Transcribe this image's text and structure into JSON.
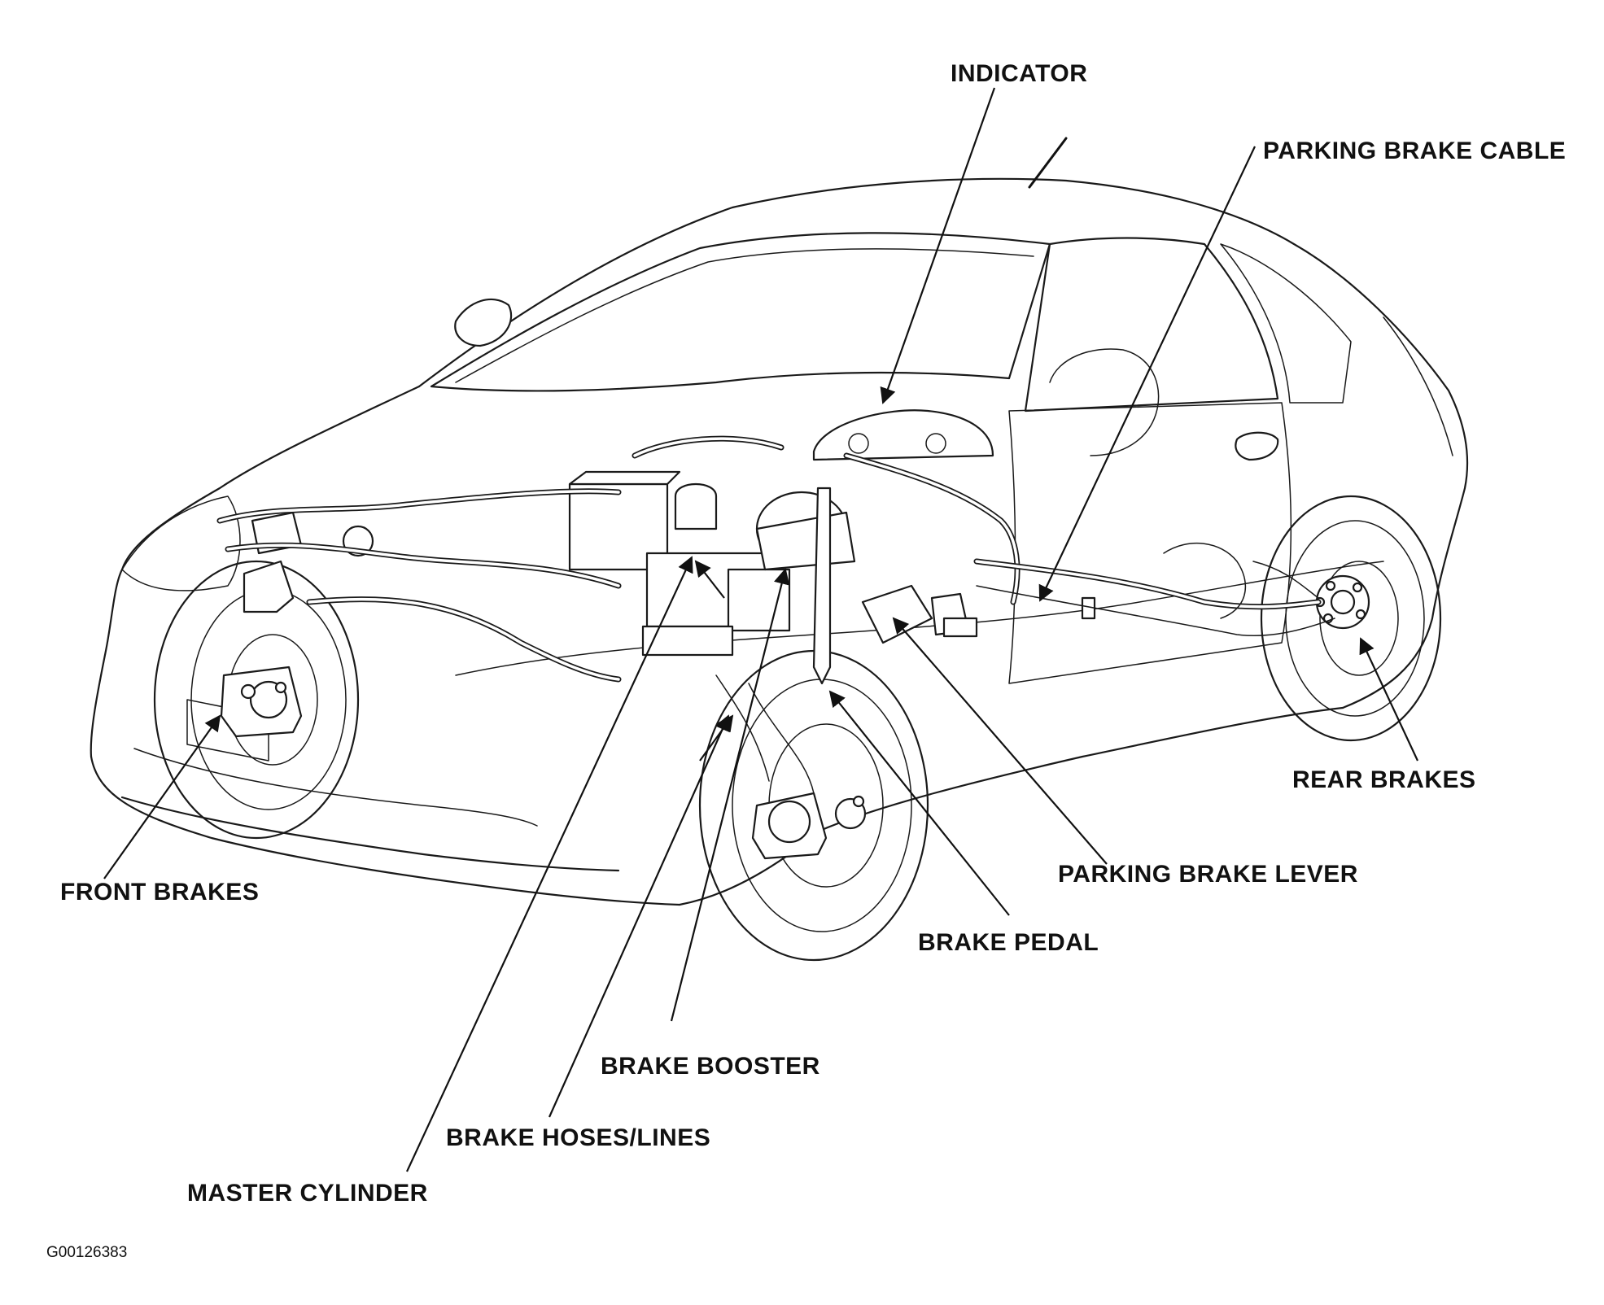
{
  "labels": {
    "indicator": "INDICATOR",
    "parking_brake_cable": "PARKING BRAKE CABLE",
    "rear_brakes": "REAR BRAKES",
    "parking_brake_lever": "PARKING BRAKE LEVER",
    "brake_pedal": "BRAKE PEDAL",
    "brake_booster": "BRAKE BOOSTER",
    "brake_hoses_lines": "BRAKE HOSES/LINES",
    "master_cylinder": "MASTER CYLINDER",
    "front_brakes": "FRONT BRAKES"
  },
  "figure_id": "G00126383"
}
